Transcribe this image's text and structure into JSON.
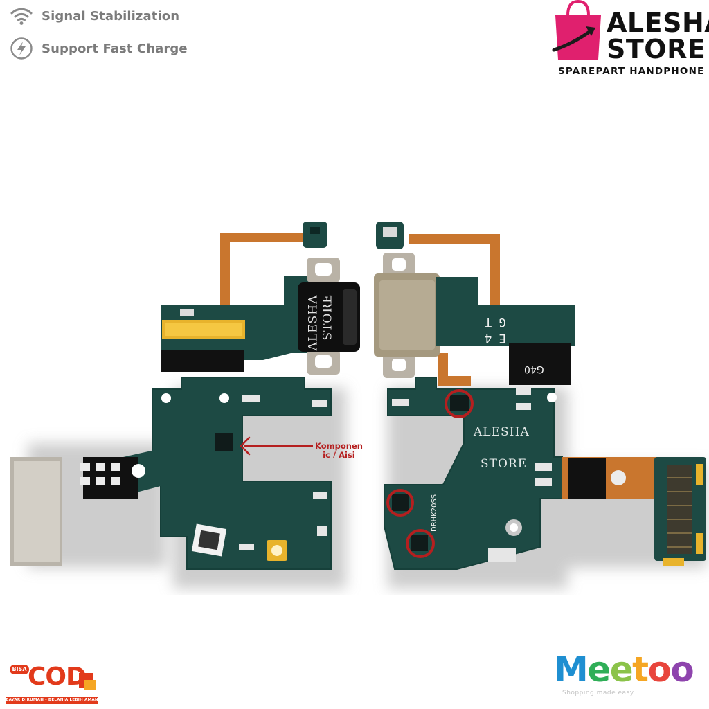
{
  "features": [
    {
      "icon": "wifi-signal-icon",
      "label": "Signal Stabilization"
    },
    {
      "icon": "lightning-bolt-icon",
      "label": "Support Fast Charge"
    }
  ],
  "brand": {
    "logo_icon": "shopping-bag-icon",
    "name_line1": "ALESHA",
    "name_line2": "STORE",
    "tagline": "SPAREPART HANDPHONE"
  },
  "product": {
    "watermark_left_1": "ALESHA",
    "watermark_left_2": "STORE",
    "watermark_right_1": "ALESHA",
    "watermark_right_2": "STORE",
    "annotation_line1": "Komponen",
    "annotation_line2": "ic / Aisi",
    "board_marks": [
      "G T",
      "E 4",
      "G40",
      "DRHK20SS"
    ]
  },
  "cod_badge": {
    "bisa": "BISA",
    "word": "COD",
    "strip": "BAYAR DIRUMAH - BELANJA LEBIH AMAN"
  },
  "meetoo": {
    "letters": [
      "M",
      "e",
      "e",
      "t",
      "o",
      "o"
    ],
    "colors": [
      "#1f8fd1",
      "#2fae57",
      "#8bc34a",
      "#f5a623",
      "#e8453c",
      "#8e44ad"
    ],
    "tagline": "Shopping made easy"
  },
  "colors": {
    "pcb_green": "#1d4a44",
    "flex_orange": "#c9762e",
    "brand_pink": "#e0206e",
    "cod_red": "#e23a1b",
    "annotation_red": "#b51f1f"
  }
}
